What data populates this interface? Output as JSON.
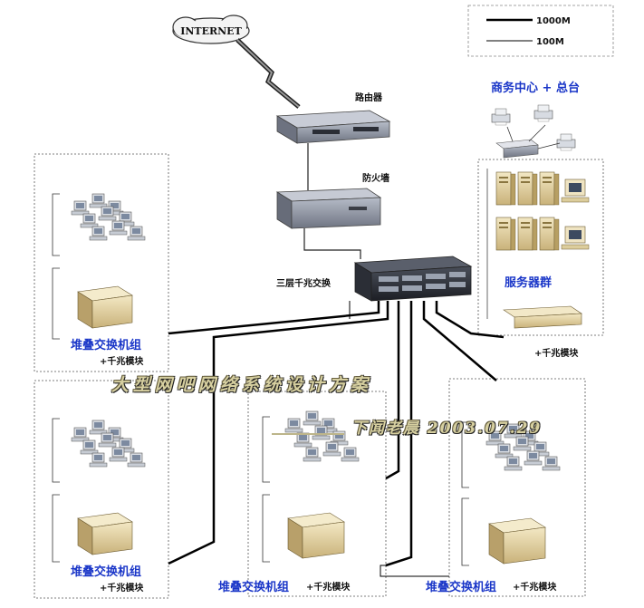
{
  "legend": {
    "thick_label": "1000M",
    "thin_label": "100M"
  },
  "nodes": {
    "internet": "INTERNET",
    "router": "路由器",
    "firewall": "防火墙",
    "core_switch": "三层千兆交换",
    "business_center": "商务中心 +  总台",
    "server_group": "服务器群",
    "server_module": "+千兆模块"
  },
  "zones": [
    {
      "id": "left-top",
      "switch_label": "堆叠交换机组",
      "module_label": "+千兆模块"
    },
    {
      "id": "left-bottom",
      "switch_label": "堆叠交换机组",
      "module_label": "+千兆模块"
    },
    {
      "id": "middle",
      "switch_label": "堆叠交换机组",
      "module_label": "+千兆模块"
    },
    {
      "id": "right",
      "switch_label": "堆叠交换机组",
      "module_label": "+千兆模块"
    }
  ],
  "overlay": {
    "title": "大型网吧网络系统设计方案",
    "author_date": "下闻老晨 2003.07.29"
  },
  "colors": {
    "text_blue": "#1a36c8",
    "link_thick": "#000000",
    "zone_border": "#555555",
    "device_beige": "#e8d9a8",
    "device_grey": "#8a8f9a"
  },
  "icons": [
    "cloud-icon",
    "router-icon",
    "firewall-icon",
    "core-switch-icon",
    "printer-icon",
    "server-tower-icon",
    "computer-icon",
    "stack-switch-icon"
  ]
}
